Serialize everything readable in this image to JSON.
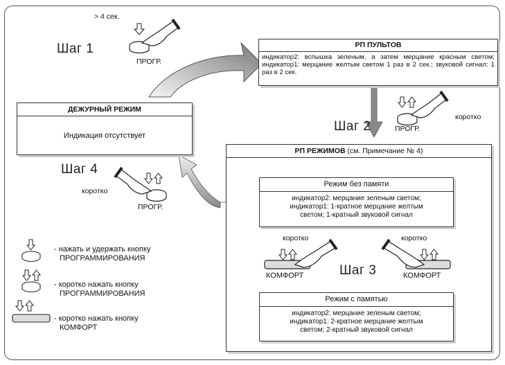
{
  "rp_pultov": {
    "title": "РП ПУЛЬТОВ",
    "text": "индикатор2: вспышка зеленым, а затем мерцание красным светом; индикатор1: мерцание желтым светом 1 раз в 2 сек.; звуковой сигнал: 1 раз в 2 сек."
  },
  "dezhurny": {
    "title": "ДЕЖУРНЫЙ РЕЖИМ",
    "text": "Индикация отсутствует"
  },
  "rp_rezhimov": {
    "title_bold": "РП РЕЖИМОВ",
    "title_rest": " (см. Примечание № 4)"
  },
  "rezhim_bez_pamyati": {
    "title": "Режим без памяти",
    "line1": "индикатор2: мерцание зеленым светом;",
    "line2": "индикатор1: 1-кратное мерцание желтым",
    "line3": "светом; 1-кратный звуковой сигнал"
  },
  "rezhim_s_pamyatyu": {
    "title": "Режим с памятью",
    "line1": "индикатор2: мерцание зеленым светом;",
    "line2": "индикатор1: 2-кратное мерцание желтым",
    "line3": "светом; 2-кратный звуковой сигнал"
  },
  "steps": {
    "step1": "Шаг 1",
    "step2": "Шаг 2",
    "step3": "Шаг 3",
    "step4": "Шаг 4"
  },
  "labels": {
    "gt4sec": "> 4 сек.",
    "progr": "ПРОГР.",
    "korotko": "коротко",
    "komfort": "КОМФОРТ"
  },
  "legend": [
    {
      "icon": "round-button-hold-icon",
      "line1": "- нажать и удержать кнопку",
      "line2": "ПРОГРАММИРОВАНИЯ"
    },
    {
      "icon": "round-button-press-icon",
      "line1": "- коротко нажать кнопку",
      "line2": "ПРОГРАММИРОВАНИЯ"
    },
    {
      "icon": "long-button-press-icon",
      "line1": "- коротко нажать кнопку",
      "line2": "КОМФОРТ"
    }
  ]
}
